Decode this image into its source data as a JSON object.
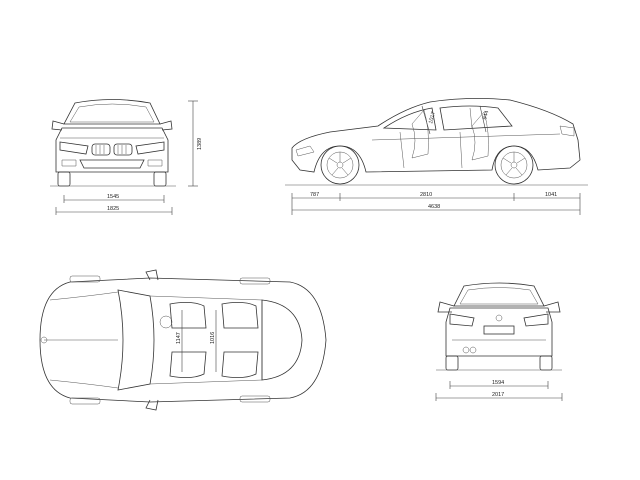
{
  "dimensions": {
    "front_track": "1545",
    "front_width": "1825",
    "height": "1389",
    "front_overhang": "787",
    "wheelbase": "2810",
    "rear_overhang": "1041",
    "length": "4638",
    "headroom_front": "1017",
    "headroom_rear": "944",
    "legroom_front": "1147",
    "legroom_rear": "1016",
    "rear_track": "1594",
    "rear_width": "2017"
  },
  "colors": {
    "line": "#333333",
    "background": "#ffffff"
  }
}
